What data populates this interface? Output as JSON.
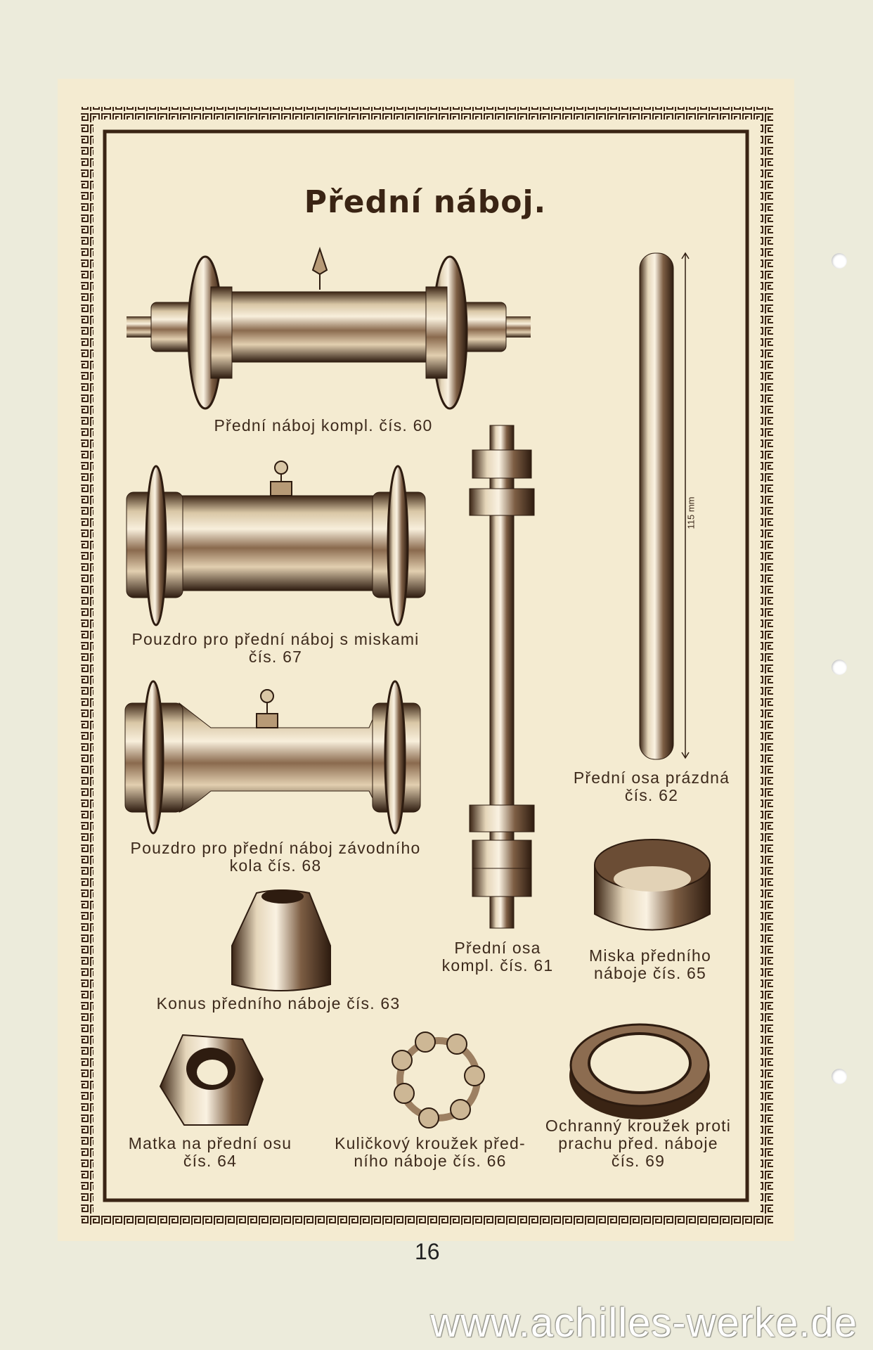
{
  "title": "Přední náboj.",
  "items": {
    "hub_60": [
      "Přední náboj kompl. čís. 60"
    ],
    "shell_67": [
      "Pouzdro pro přední náboj s miskami",
      "čís. 67"
    ],
    "axle_62": [
      "Přední osa prázdná",
      "čís. 62"
    ],
    "axle_62_dimension": "115 mm",
    "shell_68": [
      "Pouzdro pro přední náboj závodního",
      "kola čís. 68"
    ],
    "axle_61": [
      "Přední osa",
      "kompl. čís. 61"
    ],
    "cup_65": [
      "Miska předního",
      "náboje čís. 65"
    ],
    "cone_63": [
      "Konus předního náboje čís. 63"
    ],
    "nut_64": [
      "Matka na přední osu",
      "čís. 64"
    ],
    "ballring_66": [
      "Kuličkový kroužek před-",
      "ního náboje čís. 66"
    ],
    "dustring_69": [
      "Ochranný kroužek proti",
      "prachu před. náboje",
      "čís. 69"
    ]
  },
  "page_number": "16",
  "watermark": "www.achilles-werke.de",
  "colors": {
    "ink": "#3a2414",
    "paper": "#f4ebd1",
    "background": "#ecebdb"
  }
}
